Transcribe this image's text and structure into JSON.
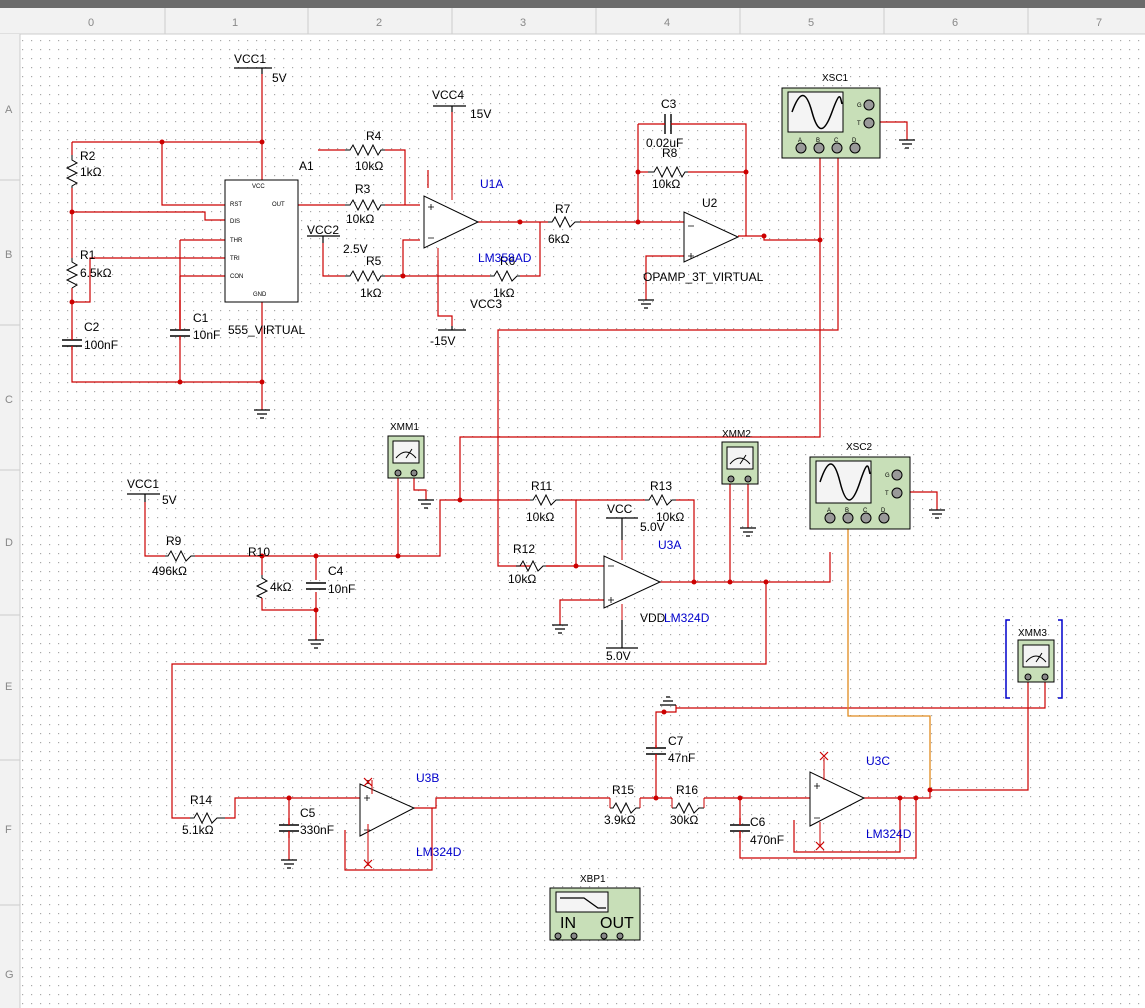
{
  "ruler": {
    "columns": [
      "0",
      "1",
      "2",
      "3",
      "4",
      "5",
      "6",
      "7"
    ],
    "rows": [
      "A",
      "B",
      "C",
      "D",
      "E",
      "F",
      "G"
    ]
  },
  "labels": {
    "vcc1_top": "VCC1",
    "v5_top": "5V",
    "vcc4": "VCC4",
    "v15": "15V",
    "vcc2": "VCC2",
    "v25": "2.5V",
    "vcc3": "VCC3",
    "vneg15": "-15V",
    "a1": "A1",
    "r2": "R2",
    "r2v": "1kΩ",
    "r1": "R1",
    "r1v": "6.5kΩ",
    "c2": "C2",
    "c2v": "100nF",
    "c1": "C1",
    "c1v": "10nF",
    "ic555": "555_VIRTUAL",
    "pin_vcc": "VCC",
    "pin_rst": "RST",
    "pin_out": "OUT",
    "pin_dis": "DIS",
    "pin_thr": "THR",
    "pin_tri": "TRI",
    "pin_con": "CON",
    "pin_gnd": "GND",
    "r4": "R4",
    "r4v": "10kΩ",
    "r3": "R3",
    "r3v": "10kΩ",
    "r5": "R5",
    "r5v": "1kΩ",
    "r6": "R6",
    "r6v": "1kΩ",
    "u1a": "U1A",
    "lm358": "LM358AD",
    "r7": "R7",
    "r7v": "6kΩ",
    "c3": "C3",
    "c3v": "0.02uF",
    "r8": "R8",
    "r8v": "10kΩ",
    "u2": "U2",
    "opamp3t": "OPAMP_3T_VIRTUAL",
    "xsc1": "XSC1",
    "xsc2": "XSC2",
    "vcc1_mid": "VCC1",
    "v5_mid": "5V",
    "r9": "R9",
    "r9v": "496kΩ",
    "r10": "R10",
    "r10v": "4kΩ",
    "c4": "C4",
    "c4v": "10nF",
    "xmm1": "XMM1",
    "xmm2": "XMM2",
    "xmm3": "XMM3",
    "r11": "R11",
    "r11v": "10kΩ",
    "r12": "R12",
    "r12v": "10kΩ",
    "r13": "R13",
    "r13v": "10kΩ",
    "vcc": "VCC",
    "v50a": "5.0V",
    "vdd": "VDD",
    "v50b": "5.0V",
    "u3a": "U3A",
    "lm324a": "LM324D",
    "r14": "R14",
    "r14v": "5.1kΩ",
    "c5": "C5",
    "c5v": "330nF",
    "u3b": "U3B",
    "lm324b": "LM324D",
    "r15": "R15",
    "r15v": "3.9kΩ",
    "r16": "R16",
    "r16v": "30kΩ",
    "c7": "C7",
    "c7v": "47nF",
    "c6": "C6",
    "c6v": "470nF",
    "u3c": "U3C",
    "lm324c": "LM324D",
    "xbp1": "XBP1",
    "bp_in": "IN",
    "bp_out": "OUT",
    "scope_g": "G",
    "scope_t": "T",
    "ch_a": "A",
    "ch_b": "B",
    "ch_c": "C",
    "ch_d": "D"
  },
  "colors": {
    "wire": "#cc0000",
    "orange_wire": "#e08a1e",
    "instrument": "#c8dfb8",
    "grid_dot": "#b0b0b0",
    "component_label": "#0000cc"
  }
}
